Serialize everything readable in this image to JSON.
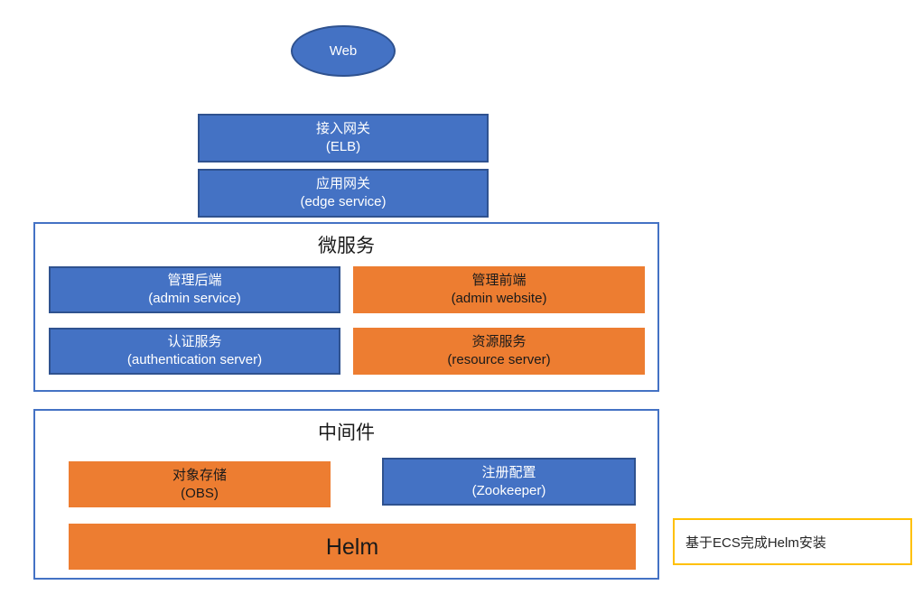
{
  "diagram": {
    "web": {
      "label": "Web"
    },
    "gateway_elb": {
      "line1": "接入网关",
      "line2": "(ELB)"
    },
    "gateway_edge": {
      "line1": "应用网关",
      "line2": "(edge service)"
    },
    "microservices": {
      "title": "微服务",
      "boxes": [
        {
          "line1": "管理后端",
          "line2": "(admin service)",
          "variant": "blue"
        },
        {
          "line1": "管理前端",
          "line2": "(admin website)",
          "variant": "orange"
        },
        {
          "line1": "认证服务",
          "line2": "(authentication server)",
          "variant": "blue"
        },
        {
          "line1": "资源服务",
          "line2": "(resource server)",
          "variant": "orange"
        }
      ]
    },
    "middleware": {
      "title": "中间件",
      "boxes": [
        {
          "line1": "对象存储",
          "line2": "(OBS)",
          "variant": "orange"
        },
        {
          "line1": "注册配置",
          "line2": "(Zookeeper)",
          "variant": "blue"
        }
      ],
      "helm": {
        "label": "Helm"
      }
    },
    "note": {
      "text": "基于ECS完成Helm安装"
    }
  },
  "colors": {
    "blue_fill": "#4472C4",
    "blue_border": "#2F528F",
    "orange_fill": "#ED7D31",
    "container_border": "#4472C4",
    "note_border": "#FFC000"
  }
}
